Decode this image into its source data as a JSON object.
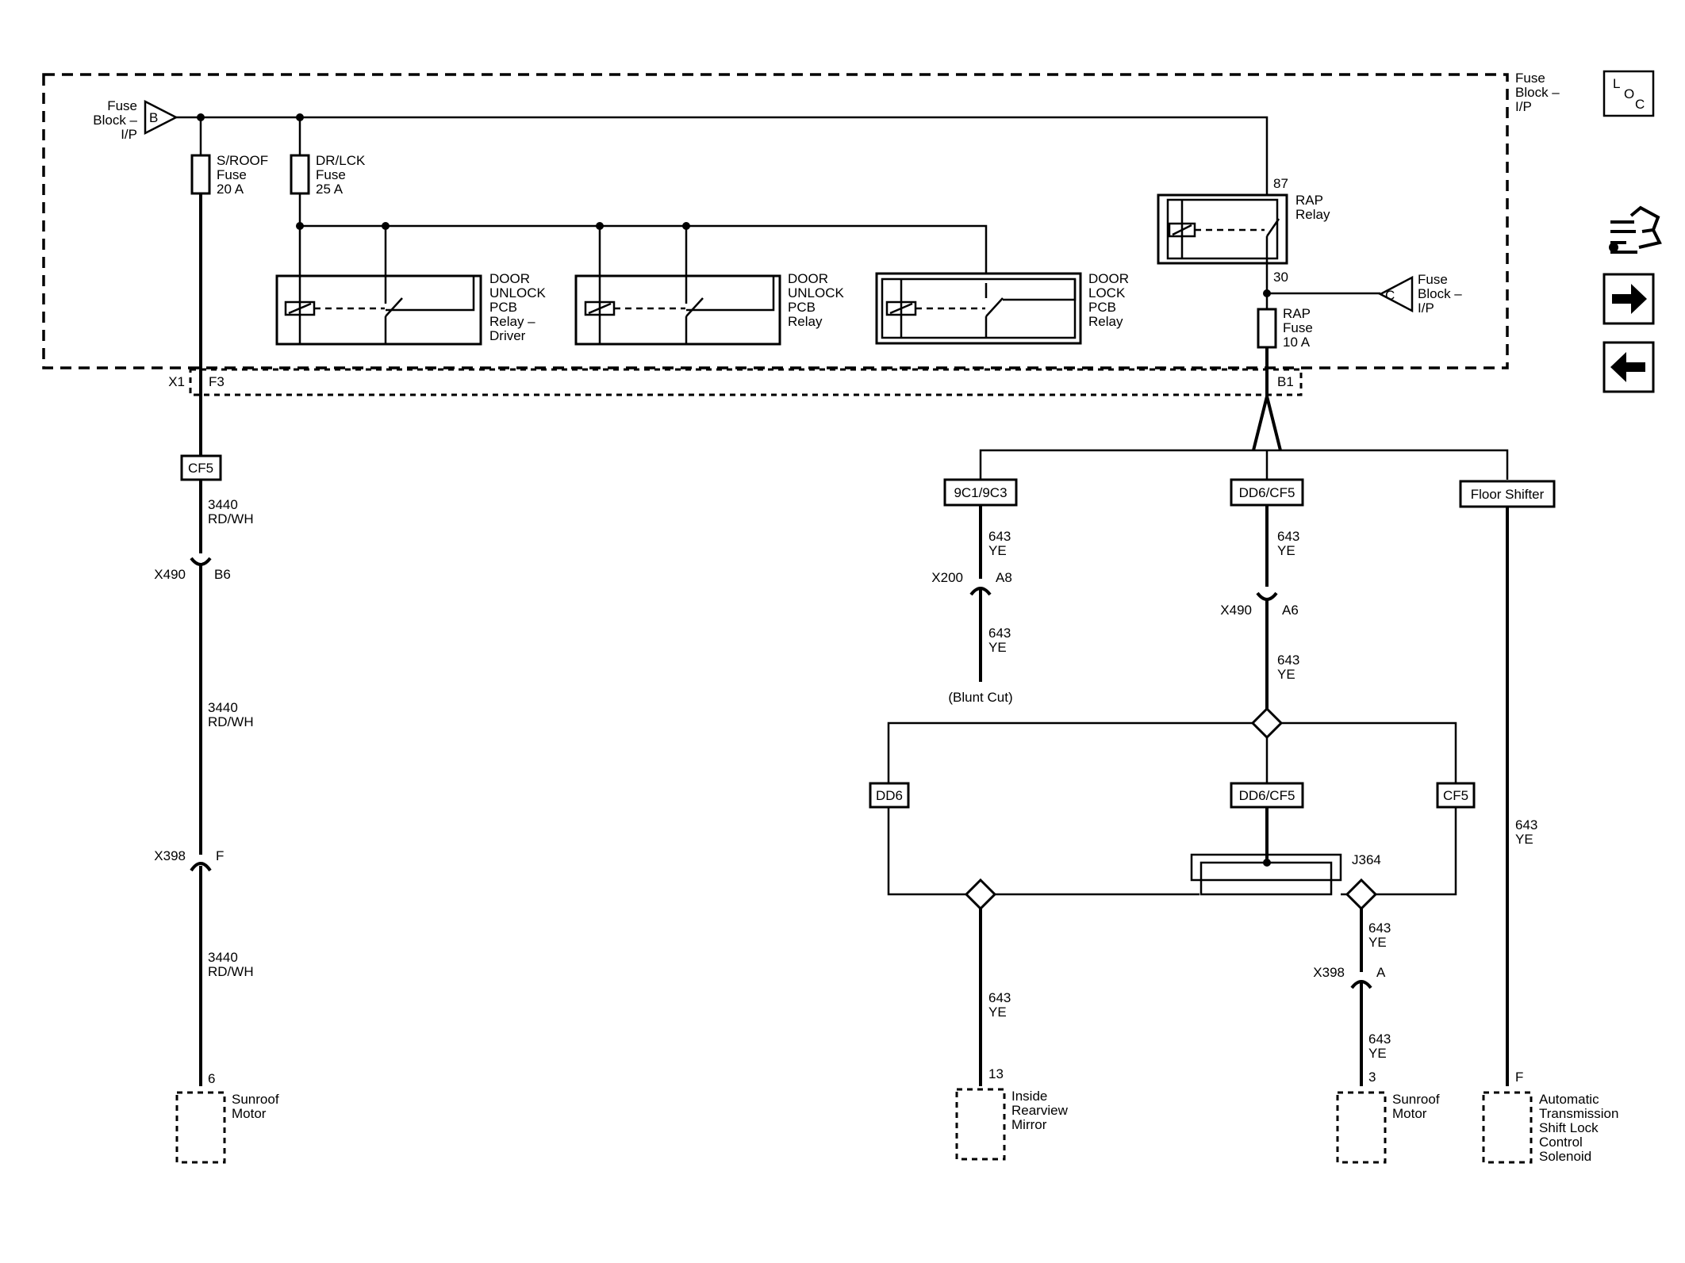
{
  "fuse_block": {
    "label": [
      "Fuse",
      "Block –",
      "I/P"
    ],
    "connector_b": {
      "letter": "B",
      "label": [
        "Fuse",
        "Block –",
        "I/P"
      ]
    },
    "connector_c": {
      "letter": "C",
      "label": [
        "Fuse",
        "Block –",
        "I/P"
      ]
    }
  },
  "fuses": {
    "sroof": [
      "S/ROOF",
      "Fuse",
      "20 A"
    ],
    "drlck": [
      "DR/LCK",
      "Fuse",
      "25 A"
    ],
    "rap": [
      "RAP",
      "Fuse",
      "10 A"
    ]
  },
  "relays": {
    "unlock_driver": [
      "DOOR",
      "UNLOCK",
      "PCB",
      "Relay –",
      "Driver"
    ],
    "unlock": [
      "DOOR",
      "UNLOCK",
      "PCB",
      "Relay"
    ],
    "lock": [
      "DOOR",
      "LOCK",
      "PCB",
      "Relay"
    ],
    "rap": {
      "label": [
        "RAP",
        "Relay"
      ],
      "pin_in": "87",
      "pin_out": "30"
    }
  },
  "connectors": {
    "x1": "X1",
    "f3": "F3",
    "b1": "B1",
    "x490_left": "X490",
    "b6": "B6",
    "x398_left": "X398",
    "f": "F",
    "x200": "X200",
    "a8": "A8",
    "x490_right": "X490",
    "a6": "A6",
    "x398_right": "X398",
    "a": "A",
    "splice": "J364"
  },
  "option_labels": {
    "cf5_left": "CF5",
    "c9c1": "9C1/9C3",
    "dd6cf5_top": "DD6/CF5",
    "floor_shifter": "Floor Shifter",
    "dd6": "DD6",
    "dd6cf5_mid": "DD6/CF5",
    "cf5_right": "CF5"
  },
  "wires": {
    "w3440": [
      "3440",
      "RD/WH"
    ],
    "w643": [
      "643",
      "YE"
    ]
  },
  "blunt_cut": "(Blunt Cut)",
  "components": {
    "sunroof_left": {
      "pin": "6",
      "label": [
        "Sunroof",
        "Motor"
      ]
    },
    "mirror": {
      "pin": "13",
      "label": [
        "Inside",
        "Rearview",
        "Mirror"
      ]
    },
    "sunroof_right": {
      "pin": "3",
      "label": [
        "Sunroof",
        "Motor"
      ]
    },
    "shift_lock": {
      "pin": "F",
      "label": [
        "Automatic",
        "Transmission",
        "Shift Lock",
        "Control",
        "Solenoid"
      ]
    }
  },
  "nav": {
    "loc": {
      "l": "L",
      "o": "O",
      "c": "C"
    },
    "icons": [
      "harness-icon",
      "arrow-right-icon",
      "arrow-left-icon"
    ]
  }
}
